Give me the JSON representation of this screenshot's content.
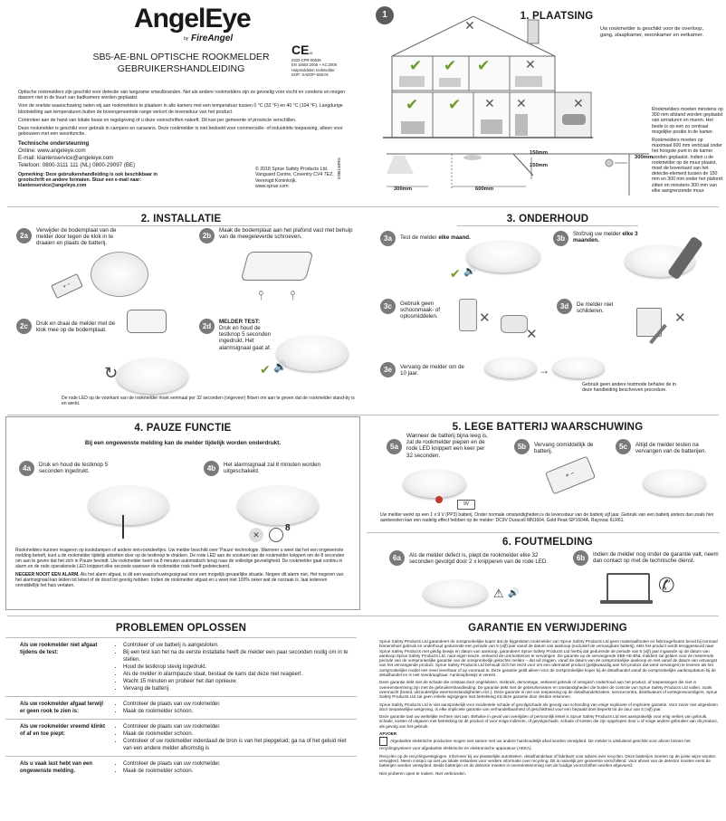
{
  "header": {
    "brand": "AngelEye",
    "by": "by",
    "fireangel": "FireAngel",
    "doc_title_1": "SB5-AE-BNL OPTISCHE ROOKMELDER",
    "doc_title_2": "GEBRUIKERSHANDLEIDING",
    "ce_mark": "CE",
    "ce_small": "16",
    "ce_lines": [
      "0333-CPR-00549",
      "EN 14604:2005 + AC:2008",
      "Hulpmiddelen rookmelder",
      "DOP: SADOP-S86-01"
    ],
    "intro": [
      "Optische rookmelders zijn geschikt voor detectie van langzame smeulbranden. Net als andere rookmelders zijn ze gevoelig voor vocht en condens en mogen daarom niet in de buurt van badkamers worden geplaatst.",
      "Voor de snelste waarschuwing raden wij aan rookmelders te plaatsen in alle kamers met een temperatuur tussen 0 °C (32 °F) en 40 °C (104 °F). Langdurige blootstelling aan temperaturen buiten de bovengenoemde range verkort de levensduur van het product.",
      "Controleer aan de hand van lokale bouw en regelgeving of u deze voorschriften naleeft. Dit kan per gemeente of provincie verschillen.",
      "Deze rookmelder is geschikt voor gebruik in campers en caravans. Deze rookmelder is niet bedoeld voor commerciële- of industriële toepassing, alleen voor gebouwen met een woonfunctie."
    ],
    "support_title": "Technische ondersteuning",
    "support_lines": [
      "Online: www.angeleye.com",
      "E-mail: klantenservice@angeleye.com",
      "Telefoon: 0800-3111 111 (NL) 0800-29097 (BE)"
    ],
    "note": "Opmerking: Deze gebruikershandleiding is ook beschikbaar in grootschrift en andere formaten. Stuur een e-mail naar: klantenservice@angeleye.com",
    "copyright": [
      "© 2018 Sprue Safety Products Ltd.",
      "Vanguard Centre, Coventry CV4 7EZ,",
      "Verenigd Koninkrijk.",
      "www.sprue.com"
    ],
    "vertical_code": "GN5130RG"
  },
  "plaatsing": {
    "num": "1",
    "title": "1. PLAATSING",
    "desc": "Uw rookmelder is geschikt voor de overloop, gang, slaapkamer, woonkamer en eetkamer.",
    "side_text": [
      "Rookmelders moeten minstens op 300 mm afstand worden geplaatst van armaturen en muren. Het beste is op een zo centraal mogelijke positie in de kamer.",
      "Rookmelders moeten op maximaal 600 mm verticaal onder het hoogste punt in de kamer worden geplaatst. Indien u de rookmelder op de muur plaatst, moet de bovenkant van het detectie-element tussen de 150 mm en 300 mm onder het plafond zitten en minstens 300 mm van elke aangrenzende muur."
    ],
    "dims": {
      "d150a": "150mm",
      "d150b": "150mm",
      "d300a": "300mm",
      "d300b": "300mm",
      "d600": "600mm"
    }
  },
  "installatie": {
    "title": "2. INSTALLATIE",
    "steps": [
      {
        "id": "2a",
        "text": "Verwijder de bodemplaat van de melder door tegen de klok in te draaien en plaats de batterij."
      },
      {
        "id": "2b",
        "text": "Maak de bodemplaat aan het plafond vast met behulp van de meegeleverde schroeven."
      },
      {
        "id": "2c",
        "text": "Druk en draai de melder met de klok mee op de bodemplaat."
      },
      {
        "id": "2d",
        "title": "MELDER TEST:",
        "text": "Druk en houd de testknop 5 seconden ingedrukt. Het alarmsignaal gaat af."
      }
    ],
    "footer": "De rode LED op de voorkant van de rookmelder moet eenmaal per 32 seconden (ongeveer) flitsen om aan te geven dat de rookmelder stand-by is en werkt."
  },
  "onderhoud": {
    "title": "3. ONDERHOUD",
    "steps": [
      {
        "id": "3a",
        "text": "Test de melder ",
        "bold": "elke maand."
      },
      {
        "id": "3b",
        "text": "Stofzuig uw melder ",
        "bold": "elke 3 maanden."
      },
      {
        "id": "3c",
        "text": "Gebruik geen schoonmaak- of oplosmiddelen."
      },
      {
        "id": "3d",
        "text": "De melder niet schilderen."
      },
      {
        "id": "3e",
        "text": "Vervang de melder om de 10 jaar."
      }
    ],
    "footer": "Gebruik geen andere testmode behalve de in deze handleiding beschreven procedure."
  },
  "pauze": {
    "title": "4. PAUZE FUNCTIE",
    "subtitle": "Bij een ongewenste melding kan de melder tijdelijk worden onderdrukt.",
    "steps": [
      {
        "id": "4a",
        "text": "Druk en houd de testknop 5 seconden ingedrukt."
      },
      {
        "id": "4b",
        "text": "Het alarmsignaal zal 8 minuten worden uitgeschakeld."
      }
    ],
    "minutes": "8",
    "body": "Rookmelders kunnen reageren op kookdampen of andere niet-rookdeeltjes. Uw melder beschikt over 'Pauze'-technologie. Wanneer u weet dat het een ongewenste melding betreft, kunt u de rookmelder tijdelijk uitzetten door op de testknop te drukken. De rode LED aan de voorkant van de rookmelder knippert om de 8 seconden om aan te geven dat het zich in Pauze bevindt. Uw rookmelder keert na 8 minuten automatisch terug naar de volledige gevoeligheid. De rookmelder gaat continu in alarm en de rode operationele LED knippert elke seconde wanneer de rookmelder rook heeft gedetecteerd.",
    "warn_bold": "NEGEER NOOIT EEN ALARM.",
    "warn": " Als het alarm afgaat, is dit een waarschuwingssignaal voor een mogelijk gevaarlijke situatie. Negeer dit alarm niet. Het negeren van het alarmsignaal kan leiden tot letsel of de dood tot gevolg hebben. Indien de rookmelder afgaat en u weet niet 100% zeker wat de oorzaak is, laat iedereen onmiddellijk het huis verlaten."
  },
  "batterij": {
    "title": "5. LEGE BATTERIJ WAARSCHUWING",
    "steps": [
      {
        "id": "5a",
        "text": "Wanneer de batterij bijna leeg is, zal de rookmelder piepen en de rode LED knippert een keer per 32 seconden."
      },
      {
        "id": "5b",
        "text": "Vervang onmiddellijk de batterij."
      },
      {
        "id": "5c",
        "text": "Altijd de melder testen na vervangen van de batterijen."
      }
    ],
    "battery_label": "9V",
    "footer": "Uw melder werkt op een 1 x 9 V (PP3) batterij. Onder normale omstandigheden is de levensduur van de batterij vijf jaar. Gebruik van een batterij anders dan zoals hier aanbevolen kan een nadelig effect hebben op de melder: DC9V Duracell MN1604, Gold Peak GP1604A, Rayovac 6LR61."
  },
  "fout": {
    "title": "6. FOUTMELDING",
    "steps": [
      {
        "id": "6a",
        "text": "Als de melder defect is, piept de rookmelder elke 32 seconden gevolgd door 2 x knipperen van de rode LED."
      },
      {
        "id": "6b",
        "text": "Indien de melder nog onder de garantie valt, neem dan contact op met de technische dienst."
      }
    ]
  },
  "problemen": {
    "title": "PROBLEMEN OPLOSSEN",
    "rows": [
      {
        "q": "Als uw rookmelder niet afgaat tijdens de test:",
        "items": [
          "Controleer of uw batterij is aangesloten.",
          "Bij een test kan het na de eerste installatie heeft de melder een paar seconden nodig om in te stellen.",
          "Houd de testknop stevig ingedrukt.",
          "Als de melder in alarmpauze staat, bestaat de kans dat deze niet reageert.",
          "Wacht 15 minuten en probeer het dan opnieuw.",
          "Vervang de batterij."
        ]
      },
      {
        "q": "Als uw rookmelder afgaat terwijl er geen rook te zien is:",
        "items": [
          "Controleer de plaats van uw rookmelder.",
          "Maak de rookmelder schoon."
        ]
      },
      {
        "q": "Als uw rookmelder vreemd klinkt of af en toe piept:",
        "items": [
          "Controleer de plaats van uw rookmelder.",
          "Maak de rookmelder schoon.",
          "Controleer of uw rookmelder inderdaad de bron is van het piepgeluid; ga na of het geluid niet van een andere melder afkomstig is"
        ]
      },
      {
        "q": "Als u vaak last hebt van een ongewenste melding.",
        "items": [
          "Controleer de plaats van uw rookmelder.",
          "Maak de rookmelder schoon."
        ]
      }
    ]
  },
  "garantie": {
    "title": "GARANTIE EN VERWIJDERING",
    "paragraphs": [
      "Sprue Safety Products Ltd garandeert de oorspronkelijke koper dat de bijgesloten rookmelder van Sprue Safety Products Ltd geen materiaalfouten en fabricagefouten bevat bij normaal binnenshuis gebruik en onderhoud gedurende een periode van 5 (vijf) jaar vanaf de datum van aankoop (exclusief de vervangbare batterij). Mits het product wordt teruggestuurd naar Sprue Safety Products met geldig bewijs en datum van aankoop, garandeert Sprue Safety Products Ltd hierbij dat gedurende de periode van 5 (vijf) jaar ingaande op de datum van aankoop Sprue Safety Products Ltd, naar eigen keuze, verkeerd de unit kosteloos te vervangen. De garantie op de vervangende SB5-AE-BNL-melders zal gelden voor de resterende periode van de oorspronkelijke garantie van de oorspronkelijk gekochte melder – dat wil zeggen, vanaf de datum van de oorspronkelijke aankoop en niet vanaf de datum van ontvangst van het vervangende product. Sprue Safety Products Ltd behoudt zich het recht voor om een alternatief product (gelijkwaardig aan het product dat werd vervangen) te leveren als het oorspronkelijke model niet meer leverbaar of op voorraad is. Deze garantie geldt alleen voor de oorspronkelijke koper bij de detailhandel vanaf de oorspronkelijke aankoopdatum bij de detailhandel en is niet overdraagbaar. Aankoopbewijs is vereist.",
      "Deze garantie dekt niet de schade die ontstaat door ongelukken, misbruik, demontage, verkeerd gebruik of onlogisch onderhoud aan het product, of toepassingen die niet in overeenstemming zijn met de gebruikershandleiding. De garantie dekt niet de gebeurtenissen en omstandigheden die buiten de controle van Sprue Safety Products Ltd vallen, zoals overmacht (brand, uitzonderlijke weersomstandigheden enz.). Deze garantie is niet van toepassing op de detailhandelszaken, servicecentra, distributeurs of vertegenwoordigers. Sprue Safety Products Ltd zal geen enkele wijzigingen met betrekking tot deze garantie door derden erkennen.",
      "Sprue Safety Products Ltd is niet aansprakelijk voor incidentele schade of gevolgschade als gevolg van schending van enige expliciete of impliciete garantie. Voor zover niet uitgesloten door toepasselijke wetgeving, is elke impliciete garantie van verhandelbaarheid of geschiktheid voor een bepaald doel beperkt tot de duur van 5 (vijf) jaar.",
      "Deze garantie tast uw wettelijke rechten niet aan. Behalve in geval van overlijden of persoonlijk letsel is Sprue Safety Products Ltd niet aansprakelijk voor enig verlies van gebruik, schade, kosten of uitgaven met betrekking tot dit product of voor enige indirecte, of gevolgschade, schade of kosten die zijn opgelopen door u of enige andere gebruiker van dit product, als gevolg van het gebruik."
    ],
    "afvoer_title": "AFVOER",
    "afvoer": [
      "Afgedankte elektrische producten mogen niet samen met uw andere huishoudelijk afval worden verwijderd. De melder is uitsluitend geschikt voor afvoer binnen het recyclingsysteem voor afgedankte elektrische en elektronische apparatuur (AEEA).",
      "Recyclen op de recyclingvestigingen. Informeer bij uw plaatselijke autoriteiten, detailhandelaar of fabrikant voor advies over recyclen. Deze batterijen moeten op de juiste wijze worden verwijderd. Neem contact op met uw lokale instanties voor verdere informatie over recycling. Dit is namelijk per gemeente verschillend. Voor afvoer van de detector moeten eerst de batterijen worden verwijderd. Beide batterijen en de detector moeten in overeenstemming met de huidige voorschriften worden afgevoerd.",
      "Niet proberen open te maken. Niet verbranden."
    ]
  },
  "colors": {
    "badge": "#7a7a7a",
    "check": "#6f9a2d",
    "cross": "#555555",
    "led": "#c0392b"
  }
}
